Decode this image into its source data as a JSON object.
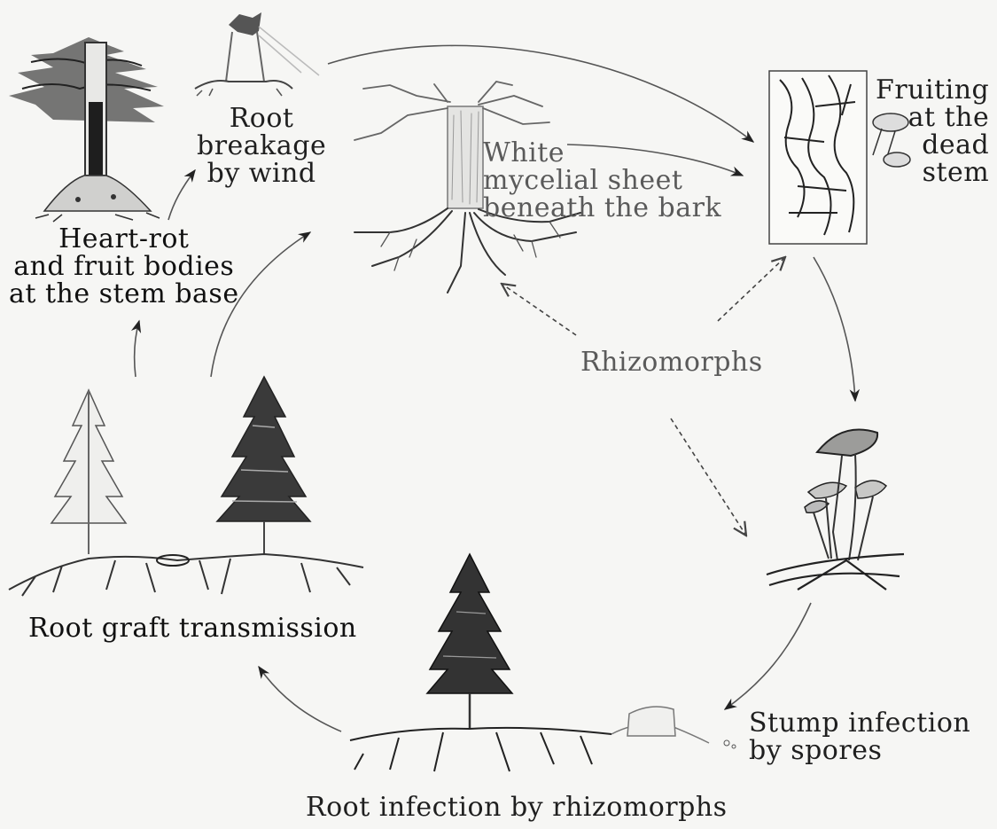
{
  "labels": {
    "root_breakage": "Root\nbreakage\nby wind",
    "white_mycelial": "White\nmycelial sheet\nbeneath the bark",
    "fruiting": "Fruiting\nat the\ndead\nstem",
    "heart_rot": "Heart-rot\nand fruit bodies\nat the stem base",
    "rhizomorphs": "Rhizomorphs",
    "root_graft": "Root graft transmission",
    "stump_infection": "Stump infection\nby spores",
    "root_infection": "Root infection by rhizomorphs"
  }
}
